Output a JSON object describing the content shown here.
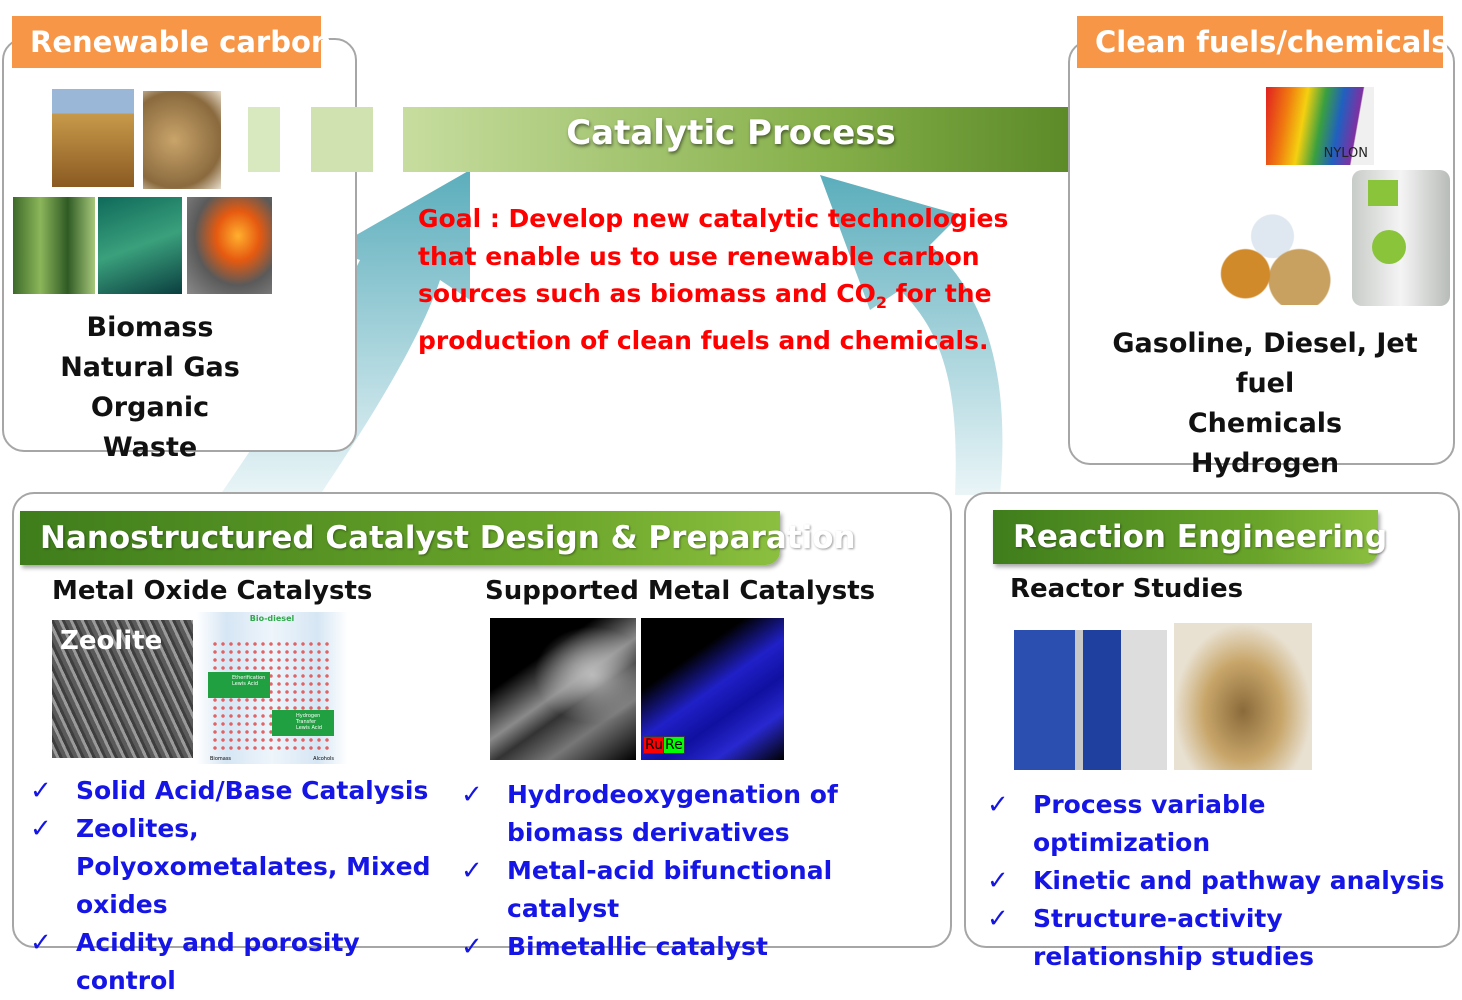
{
  "renewable": {
    "label": "Renewable carbon",
    "items": [
      "Biomass",
      "Natural Gas",
      "Organic Waste"
    ]
  },
  "process": {
    "label": "Catalytic Process"
  },
  "goal": {
    "text_a": "Goal : Develop new catalytic technologies that enable us to use renewable carbon sources such as biomass and CO",
    "subscript": "2",
    "text_b": " for the production of clean fuels and chemicals."
  },
  "clean": {
    "label": "Clean fuels/chemicals",
    "nylon": "NYLON",
    "items": [
      "Gasoline, Diesel, Jet fuel",
      "Chemicals",
      "Hydrogen"
    ]
  },
  "nano": {
    "label": "Nanostructured Catalyst Design & Preparation",
    "metal_oxide": {
      "title": "Metal Oxide Catalysts",
      "zeolite_label": "Zeolite",
      "diagram_title": "Bio-diesel",
      "step2": "Etherification",
      "step2b": "Lewis Acid",
      "step1": "Hydrogen Transfer",
      "step1b": "Lewis Acid",
      "bottom_left": "Biomass",
      "bottom_right": "Alcohols",
      "bullets": [
        "Solid Acid/Base Catalysis",
        "Zeolites, Polyoxometalates, Mixed oxides",
        "Acidity and porosity control"
      ]
    },
    "supported": {
      "title": "Supported Metal Catalysts",
      "ru": "Ru",
      "re": "Re",
      "bullets": [
        "Hydrodeoxygenation of biomass derivatives",
        "Metal-acid bifunctional catalyst",
        "Bimetallic catalyst"
      ]
    }
  },
  "reaction": {
    "label": "Reaction Engineering",
    "title": "Reactor Studies",
    "bullets": [
      "Process variable optimization",
      "Kinetic and pathway analysis",
      "Structure-activity relationship studies"
    ]
  }
}
